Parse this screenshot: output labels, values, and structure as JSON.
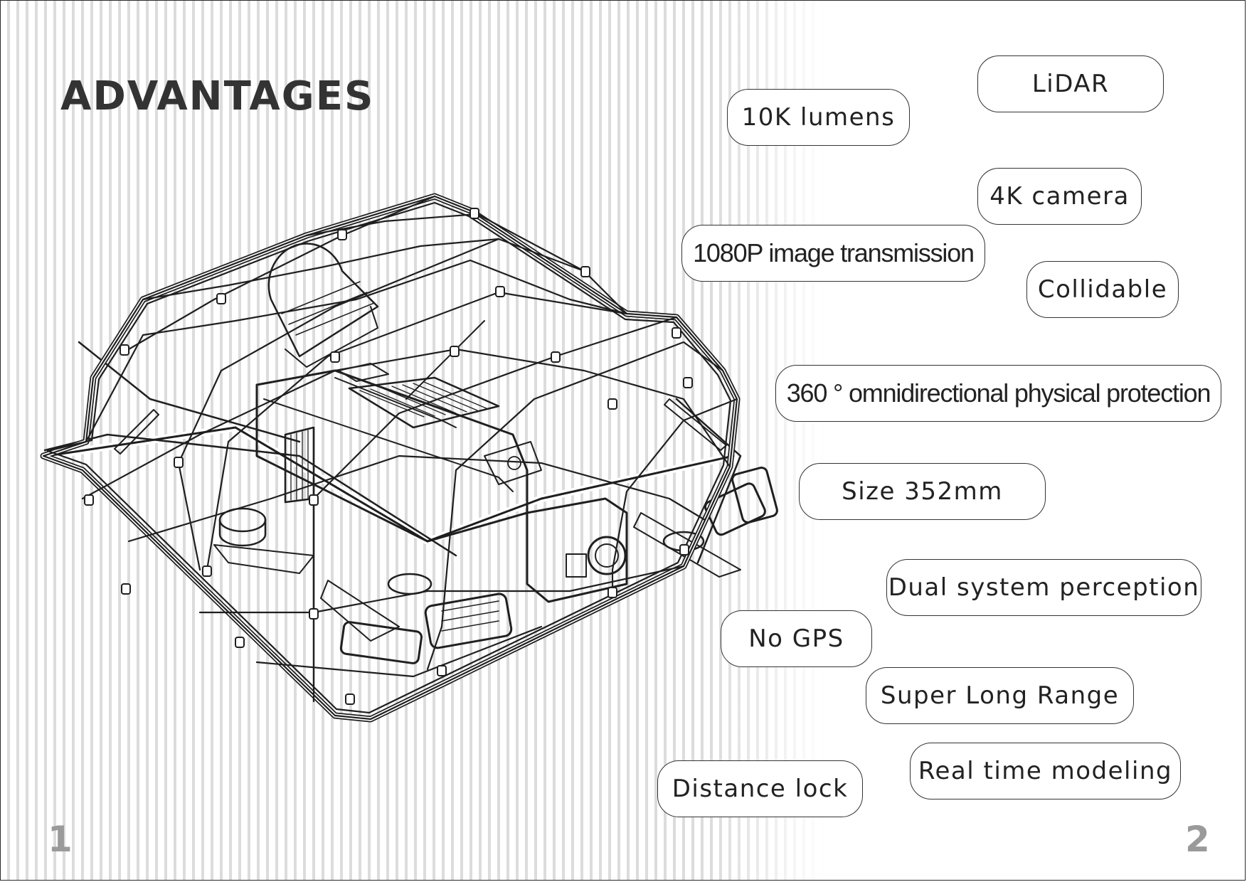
{
  "title": "ADVANTAGES",
  "features": [
    "LiDAR",
    "10K lumens",
    "4K camera",
    "1080P image transmission",
    "Collidable",
    "360 ° omnidirectional physical protection",
    "Size 352mm",
    "Dual system perception",
    "No GPS",
    "Super Long Range",
    "Real time modeling",
    "Distance lock"
  ],
  "page_numbers": {
    "left": "1",
    "right": "2"
  }
}
